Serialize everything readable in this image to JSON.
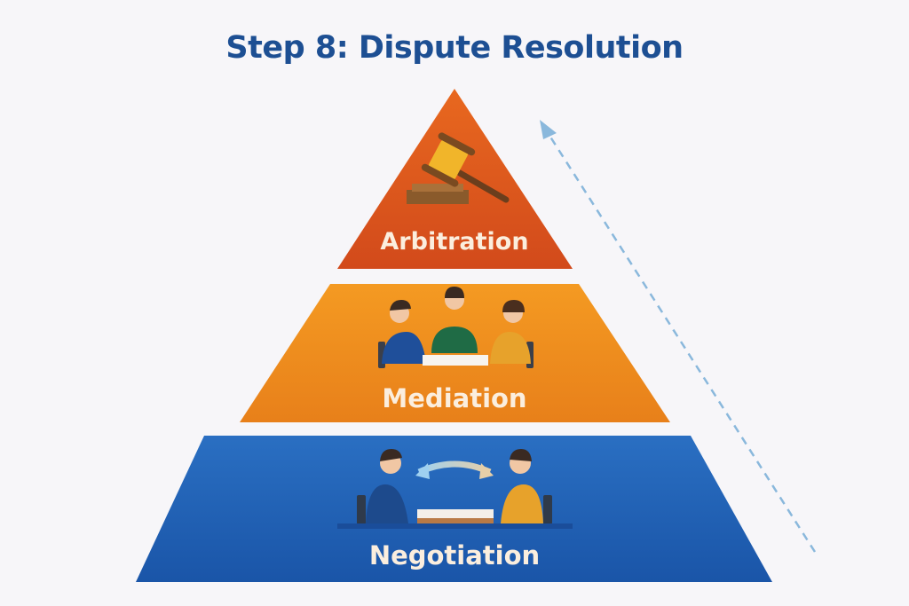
{
  "title": "Step 8: Dispute Resolution",
  "levels": [
    {
      "label": "Arbitration",
      "icon": "gavel-icon",
      "color": "#d9541c"
    },
    {
      "label": "Mediation",
      "icon": "mediator-meeting-icon",
      "color": "#ee8a1c"
    },
    {
      "label": "Negotiation",
      "icon": "two-party-negotiation-icon",
      "color": "#1f5fb3"
    }
  ],
  "arrow": {
    "icon": "dashed-escalation-arrow",
    "color": "#8ab8dc"
  }
}
